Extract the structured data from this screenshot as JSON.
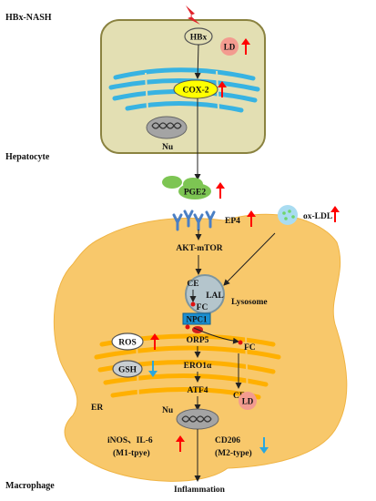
{
  "labels": {
    "hbx_nash": "HBx-NASH",
    "hepatocyte": "Hepatocyte",
    "macrophage": "Macrophage",
    "hbx": "HBx",
    "ld_top": "LD",
    "cox2": "COX-2",
    "nu_top": "Nu",
    "pge2": "PGE2",
    "ep4": "EP4",
    "ox_ldl": "ox-LDL",
    "akt_mtor": "AKT-mTOR",
    "ce_top": "CE",
    "lal": "LAL",
    "fc_top": "FC",
    "lysosome": "Lysosome",
    "npc1": "NPC1",
    "orp5": "ORP5",
    "ros": "ROS",
    "gsh": "GSH",
    "ero1a": "ERO1α",
    "fc_right": "FC",
    "atf4": "ATF4",
    "ce_bottom": "CE",
    "ld_bottom": "LD",
    "er": "ER",
    "nu_bottom": "Nu",
    "inos_il6": "iNOS、IL-6",
    "m1_type": "(M1-tpye)",
    "cd206": "CD206",
    "m2_type": "(M2-type)",
    "inflammation": "Inflammation"
  },
  "colors": {
    "hepatocyte_fill": "#e3dfb3",
    "hepatocyte_stroke": "#8a8240",
    "macrophage_fill": "#f8c86b",
    "er_top": "#38b3e2",
    "er_bottom": "#ffb000",
    "cox2_fill": "#ffff00",
    "pge2_fill": "#7dc553",
    "npc1_fill": "#1c8fd0",
    "ld_fill": "#f39b8f",
    "lysosome_fill": "#b4c5cc",
    "arrow_up": "#ff0000",
    "arrow_down": "#2aa7de",
    "receptor": "#4a7fc4"
  }
}
